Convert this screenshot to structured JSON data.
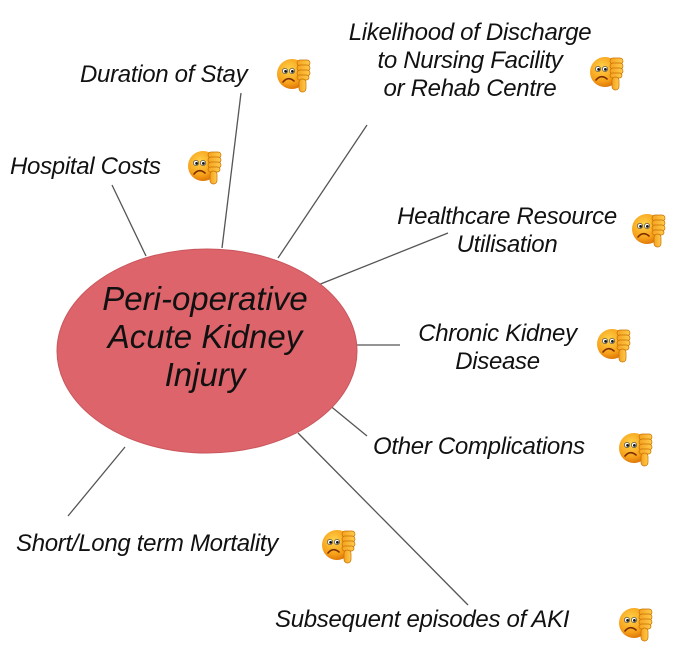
{
  "diagram": {
    "center": {
      "lines": [
        "Peri-operative",
        "Acute Kidney",
        "Injury"
      ],
      "fill_color": "#dc646a"
    },
    "icon": "thumbs-down-sad-face-icon",
    "nodes": [
      {
        "id": "hospital-costs",
        "lines": [
          "Hospital Costs"
        ]
      },
      {
        "id": "duration-of-stay",
        "lines": [
          "Duration of Stay"
        ]
      },
      {
        "id": "discharge-likelihood",
        "lines": [
          "Likelihood of Discharge",
          "to Nursing Facility",
          "or Rehab Centre"
        ]
      },
      {
        "id": "healthcare-resource",
        "lines": [
          "Healthcare Resource",
          "Utilisation"
        ]
      },
      {
        "id": "chronic-kidney-disease",
        "lines": [
          "Chronic Kidney",
          "Disease"
        ]
      },
      {
        "id": "other-complications",
        "lines": [
          "Other Complications"
        ]
      },
      {
        "id": "mortality",
        "lines": [
          "Short/Long term Mortality"
        ]
      },
      {
        "id": "subsequent-aki",
        "lines": [
          "Subsequent episodes of AKI"
        ]
      }
    ]
  }
}
